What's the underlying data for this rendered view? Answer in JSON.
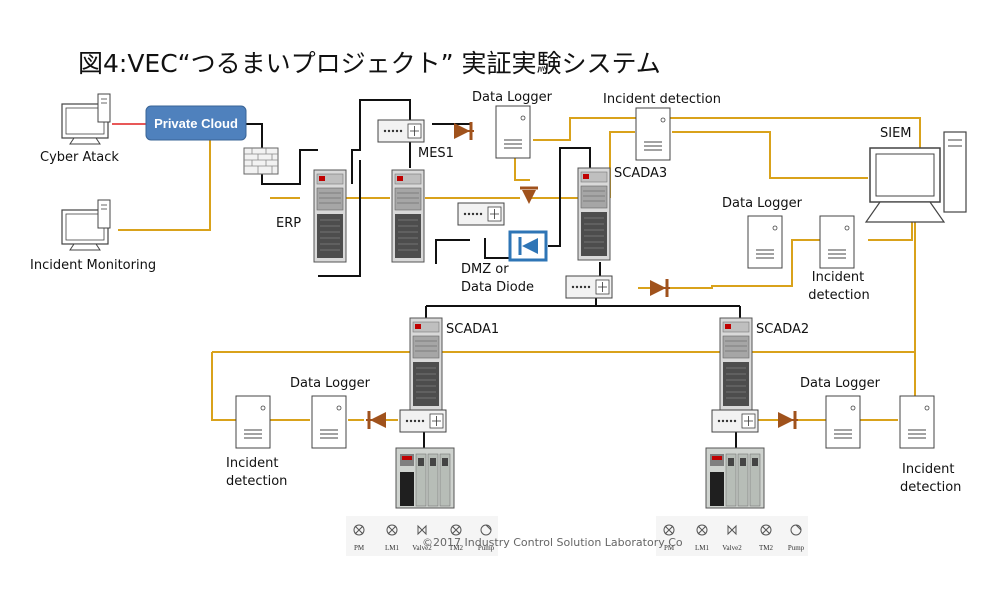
{
  "title": "図4:VEC“つるまいプロジェクト” 実証実験システム",
  "nodes": {
    "private_cloud": "Private Cloud",
    "cyber_attack": "Cyber Atack",
    "incident_monitoring": "Incident Monitoring",
    "erp": "ERP",
    "mes1": "MES1",
    "dmz_line1": "DMZ or",
    "dmz_line2": "Data Diode",
    "data_logger_top": "Data Logger",
    "incident_detection_top": "Incident detection",
    "scada3": "SCADA3",
    "siem": "SIEM",
    "data_logger_right": "Data Logger",
    "incident_detection_right_l1": "Incident",
    "incident_detection_right_l2": "detection",
    "scada1": "SCADA1",
    "scada2": "SCADA2",
    "data_logger_left": "Data Logger",
    "incident_detection_left_l1": "Incident",
    "incident_detection_left_l2": "detection",
    "data_logger_br": "Data Logger",
    "incident_detection_br_l1": "Incident",
    "incident_detection_br_l2": "detection"
  },
  "sensors": [
    "PM",
    "LM1",
    "Valve2",
    "TM2",
    "Pump"
  ],
  "copyright": "©2017 Industry Control Solution Laboratory Co",
  "colors": {
    "orange_line": "#D9A21B",
    "cloud": "#4F81BD",
    "diode": "#A0521C",
    "attack_line": "#E02020",
    "dmz_box": "#2E75B6"
  }
}
